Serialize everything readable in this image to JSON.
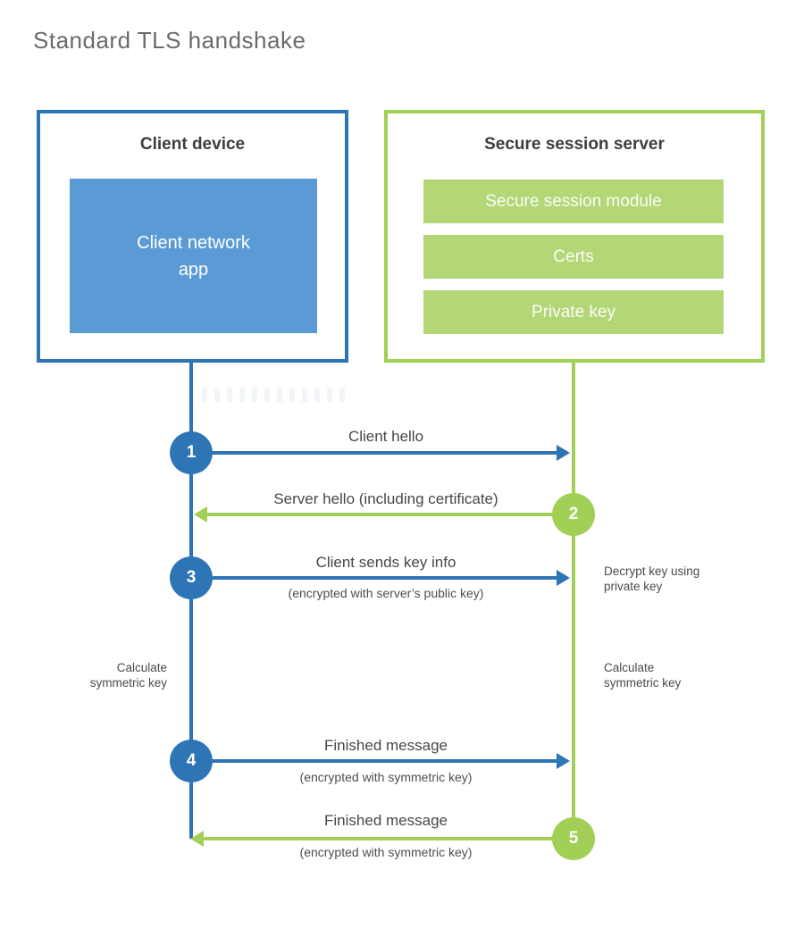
{
  "title": "Standard TLS handshake",
  "client": {
    "title": "Client device",
    "app": "Client network\napp"
  },
  "server": {
    "title": "Secure session server",
    "modules": [
      "Secure session module",
      "Certs",
      "Private key"
    ]
  },
  "steps": [
    {
      "num": "1",
      "label": "Client hello",
      "sublabel": "",
      "direction": "right",
      "from": "client",
      "to": "server",
      "color": "blue"
    },
    {
      "num": "2",
      "label": "Server hello (including certificate)",
      "sublabel": "",
      "direction": "left",
      "from": "server",
      "to": "client",
      "color": "green"
    },
    {
      "num": "3",
      "label": "Client sends key info",
      "sublabel": "(encrypted with server’s public key)",
      "direction": "right",
      "from": "client",
      "to": "server",
      "color": "blue"
    },
    {
      "num": "4",
      "label": "Finished message",
      "sublabel": "(encrypted with symmetric key)",
      "direction": "right",
      "from": "client",
      "to": "server",
      "color": "blue"
    },
    {
      "num": "5",
      "label": "Finished message",
      "sublabel": "(encrypted with symmetric key)",
      "direction": "left",
      "from": "server",
      "to": "client",
      "color": "green"
    }
  ],
  "annotations": {
    "decrypt_key": "Decrypt key using\nprivate key",
    "calculate_left": "Calculate\nsymmetric key",
    "calculate_right": "Calculate\nsymmetric key"
  },
  "colors": {
    "blue": "#2e75b6",
    "blue_fill": "#5b9bd5",
    "green": "#a2cf55",
    "green_fill": "#b3d677",
    "heading_text": "#3d3d3d",
    "label_text": "#474747",
    "title_text": "#6b6b6b"
  }
}
